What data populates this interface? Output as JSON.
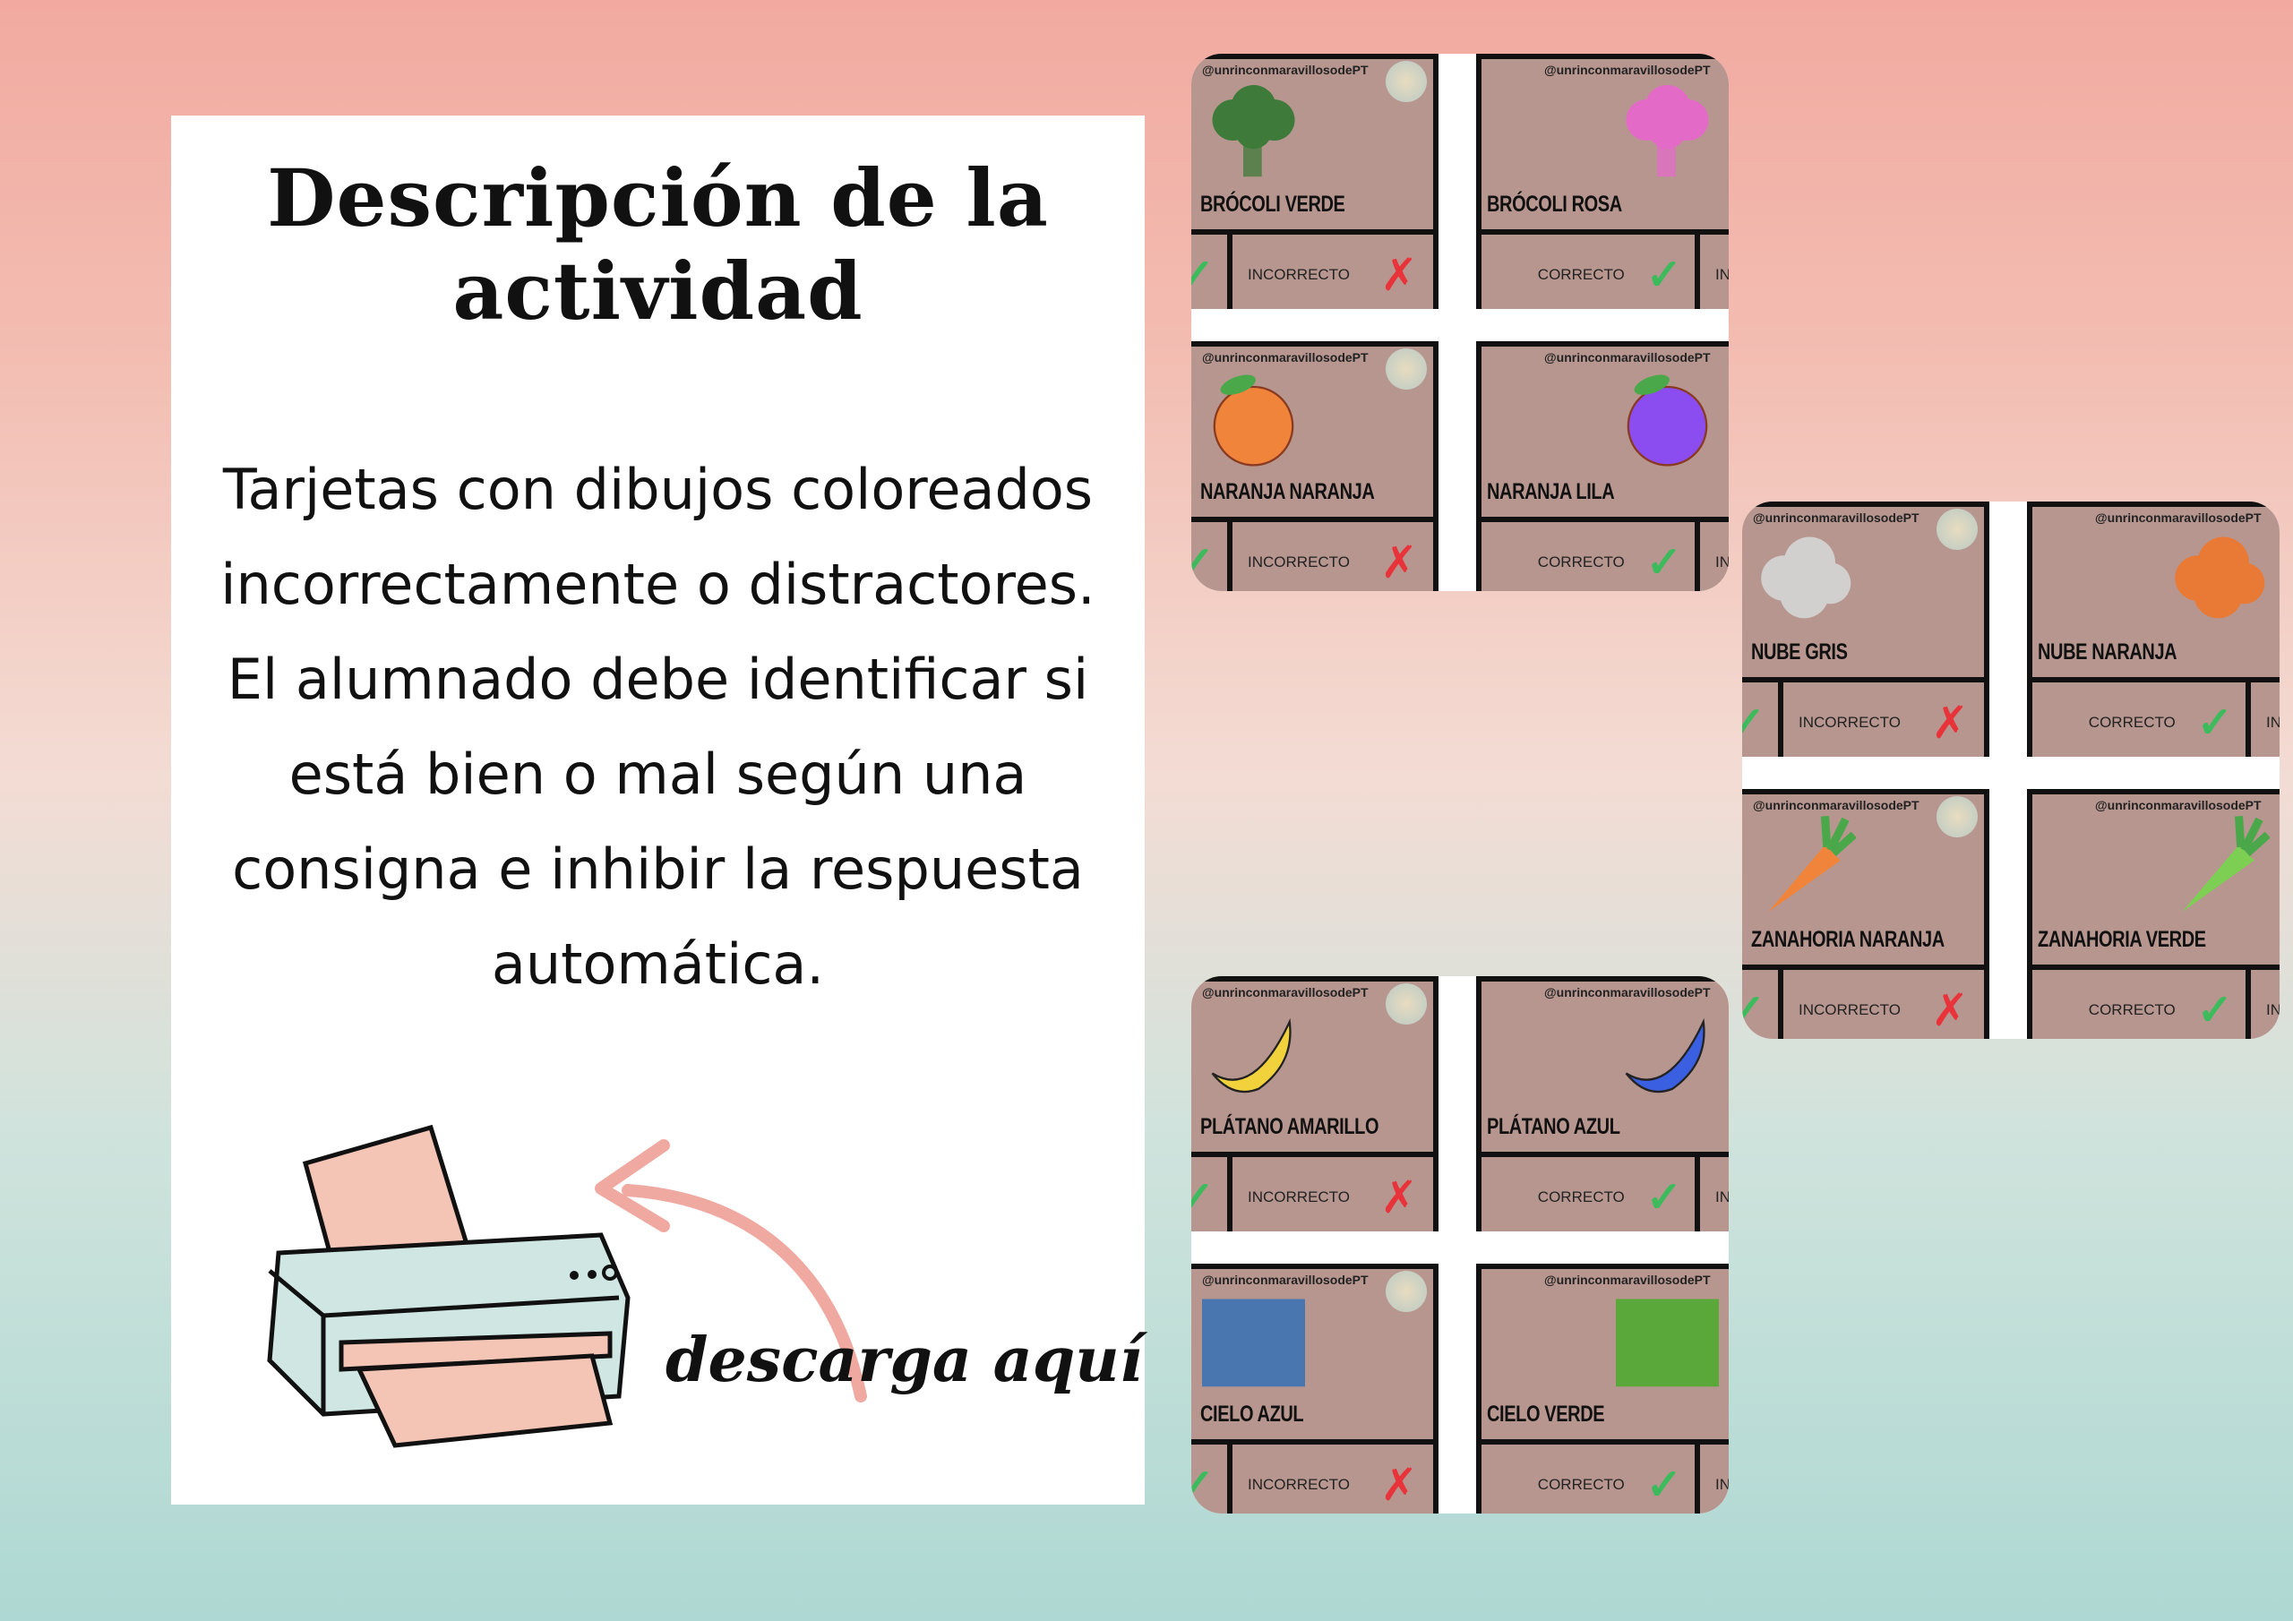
{
  "panel": {
    "title": "Descripción de la actividad",
    "body": "Tarjetas con dibujos coloreados incorrectamente o distractores. El alumnado debe identificar si está bien o mal según una consigna e inhibir la respuesta automática.",
    "download_label": "descarga aquí"
  },
  "card_common": {
    "handle": "@unrinconmaravillosodePT",
    "correct": "CORRECTO",
    "incorrect": "INCORRECTO",
    "check_icon": "✓",
    "cross_icon": "✗"
  },
  "colors": {
    "card_bg": "#b7968f",
    "check": "#3dbb5c",
    "cross": "#e8333a",
    "printer": "#cfe6e3",
    "paper": "#f4c4b5"
  },
  "collages": [
    {
      "cards": [
        {
          "label": "BRÓCOLI VERDE",
          "shape": "broccoli",
          "color": "#3e7a3a"
        },
        {
          "label": "BRÓCOLI ROSA",
          "shape": "broccoli",
          "color": "#e46ac8"
        },
        {
          "label": "NARANJA NARANJA",
          "shape": "orange",
          "color": "#f0843a"
        },
        {
          "label": "NARANJA LILA",
          "shape": "orange",
          "color": "#8b4cf0"
        }
      ]
    },
    {
      "cards": [
        {
          "label": "NUBE GRIS",
          "shape": "cloud",
          "color": "#d2cfcf"
        },
        {
          "label": "NUBE NARANJA",
          "shape": "cloud",
          "color": "#e87a35"
        },
        {
          "label": "ZANAHORIA NARANJA",
          "shape": "carrot",
          "color": "#f0843a"
        },
        {
          "label": "ZANAHORIA VERDE",
          "shape": "carrot",
          "color": "#7ccf52"
        }
      ]
    },
    {
      "cards": [
        {
          "label": "PLÁTANO AMARILLO",
          "shape": "banana",
          "color": "#f2d23c"
        },
        {
          "label": "PLÁTANO AZUL",
          "shape": "banana",
          "color": "#3a5fe0"
        },
        {
          "label": "CIELO AZUL",
          "shape": "rect",
          "color": "#4a76b0"
        },
        {
          "label": "CIELO VERDE",
          "shape": "rect",
          "color": "#5aa83a"
        }
      ]
    }
  ]
}
